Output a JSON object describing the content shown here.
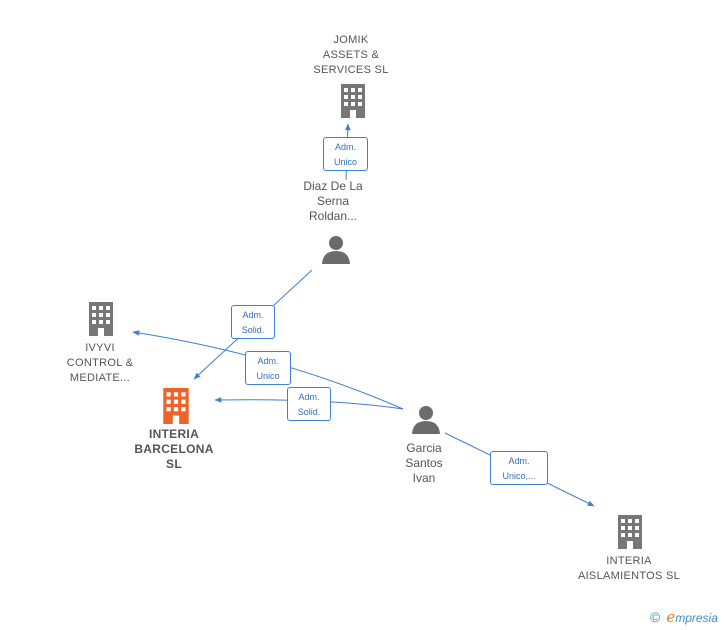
{
  "colors": {
    "edge": "#3f7fd6",
    "company_icon": "#777777",
    "focus_icon": "#f0622a",
    "person_icon": "#6b6b6b"
  },
  "nodes": {
    "jomik": {
      "label": "JOMIK\nASSETS &\nSERVICES  SL",
      "icon": "building-icon"
    },
    "diaz": {
      "label": "Diaz De La\nSerna\nRoldan...",
      "icon": "person-icon"
    },
    "ivyvi": {
      "label": "IVYVI\nCONTROL &\nMEDIATE...",
      "icon": "building-icon"
    },
    "interia_bcn": {
      "label": "INTERIA\nBARCELONA\nSL",
      "icon": "building-icon"
    },
    "garcia": {
      "label": "Garcia\nSantos\nIvan",
      "icon": "person-icon"
    },
    "interia_ais": {
      "label": "INTERIA\nAISLAMIENTOS SL",
      "icon": "building-icon"
    }
  },
  "edges": [
    {
      "label": "Adm.\nUnico"
    },
    {
      "label": "Adm.\nSolid."
    },
    {
      "label": "Adm.\nUnico"
    },
    {
      "label": "Adm.\nSolid."
    },
    {
      "label": "Adm.\nUnico,..."
    }
  ],
  "brand": {
    "copyright": "©",
    "e": "e",
    "name": "mpresia"
  }
}
